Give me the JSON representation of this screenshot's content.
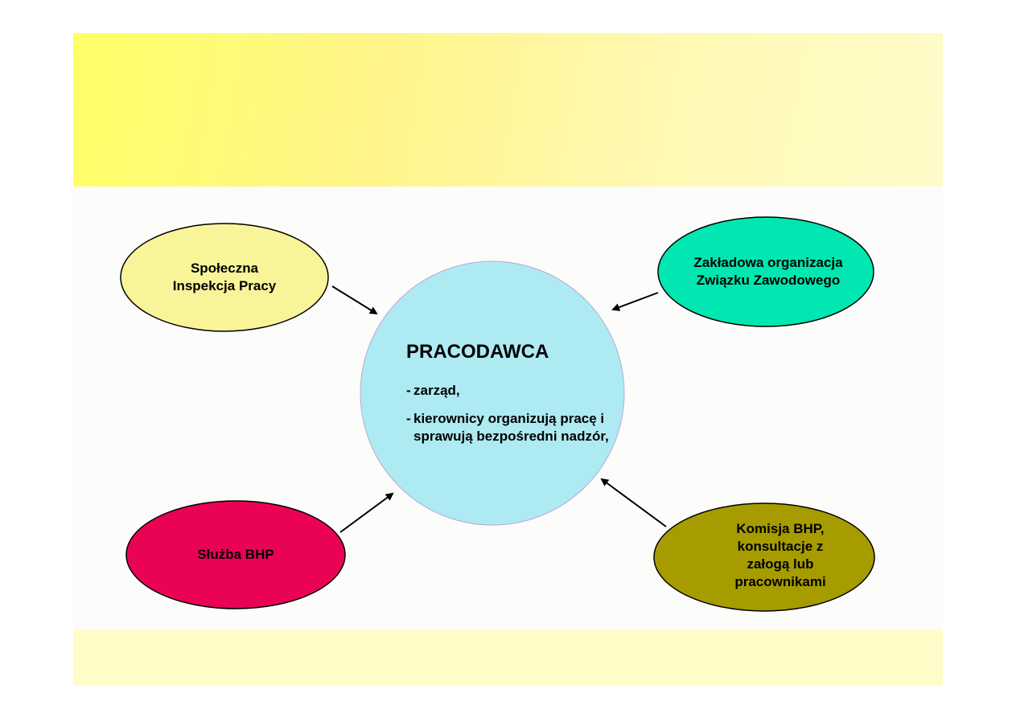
{
  "diagram": {
    "center": {
      "title": "PRACODAWCA",
      "items": [
        "zarząd,",
        "kierownicy organizują pracę i sprawują bezpośredni nadzór,"
      ],
      "color": "#aeeaf2"
    },
    "nodes": {
      "top_left": {
        "lines": [
          "Społeczna",
          "Inspekcja Pracy"
        ],
        "color": "#f8f49a"
      },
      "top_right": {
        "lines": [
          "Zakładowa organizacja",
          "Związku Zawodowego"
        ],
        "color": "#00e7b1"
      },
      "bottom_left": {
        "lines": [
          "Służba BHP"
        ],
        "color": "#ea0354"
      },
      "bottom_right": {
        "lines": [
          "Komisja BHP,",
          "konsultacje z",
          "załogą lub",
          "pracownikami"
        ],
        "color": "#a69c00"
      }
    }
  }
}
